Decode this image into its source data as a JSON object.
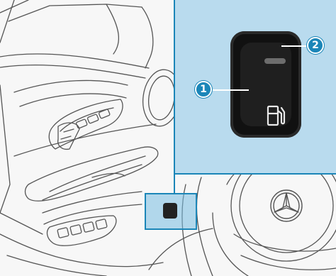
{
  "figure": {
    "callouts": [
      {
        "number": "1",
        "refers_to": "fuel-filler-flap-switch"
      },
      {
        "number": "2",
        "refers_to": "indicator-lamp"
      }
    ],
    "icons": [
      "fuel-pump-icon",
      "mercedes-star-icon"
    ],
    "colors": {
      "accent": "#1b86b8",
      "inset_bg": "#b9dbee",
      "switch": "#111111",
      "lineart": "#555555"
    }
  }
}
